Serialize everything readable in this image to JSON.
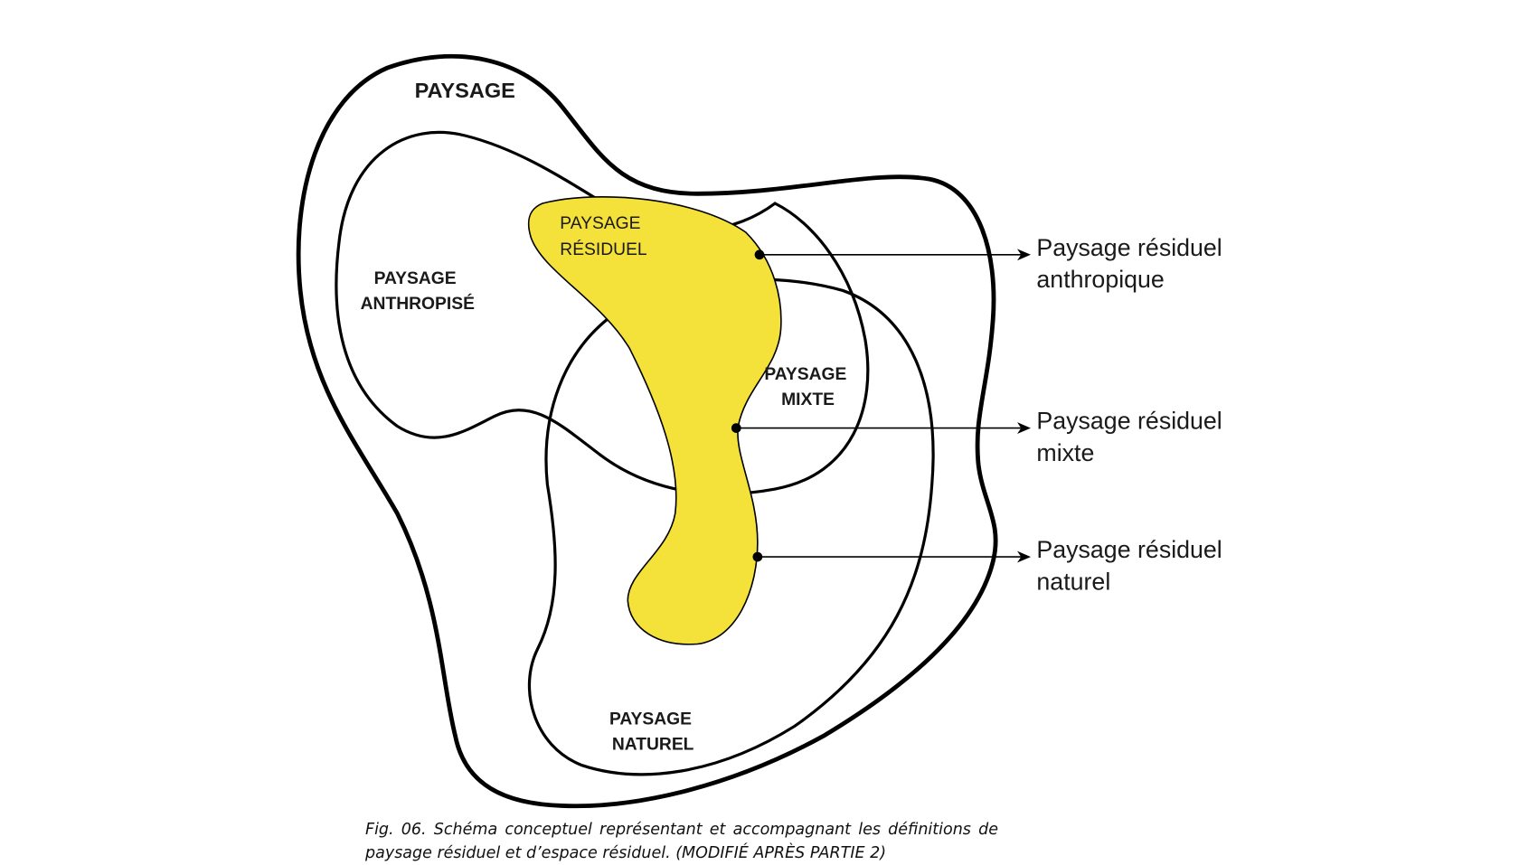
{
  "diagram": {
    "title": "PAYSAGE",
    "zones": {
      "anthropise": [
        "PAYSAGE",
        "ANTHROPISÉ"
      ],
      "residuel": [
        "PAYSAGE",
        "RÉSIDUEL"
      ],
      "mixte": [
        "PAYSAGE",
        "MIXTE"
      ],
      "naturel": [
        "PAYSAGE",
        "NATUREL"
      ]
    },
    "callouts": [
      {
        "line1": "Paysage résiduel",
        "line2": "anthropique"
      },
      {
        "line1": "Paysage résiduel",
        "line2": "mixte"
      },
      {
        "line1": "Paysage résiduel",
        "line2": "naturel"
      }
    ],
    "colors": {
      "residual_fill": "#F4E13A",
      "outline": "#000000",
      "background": "#FFFFFF"
    }
  },
  "caption": {
    "line1": "Fig. 06. Schéma conceptuel représentant et accompagnant les définitions de",
    "line2": "paysage résiduel et d’espace résiduel. (MODIFIÉ APRÈS PARTIE 2)"
  }
}
